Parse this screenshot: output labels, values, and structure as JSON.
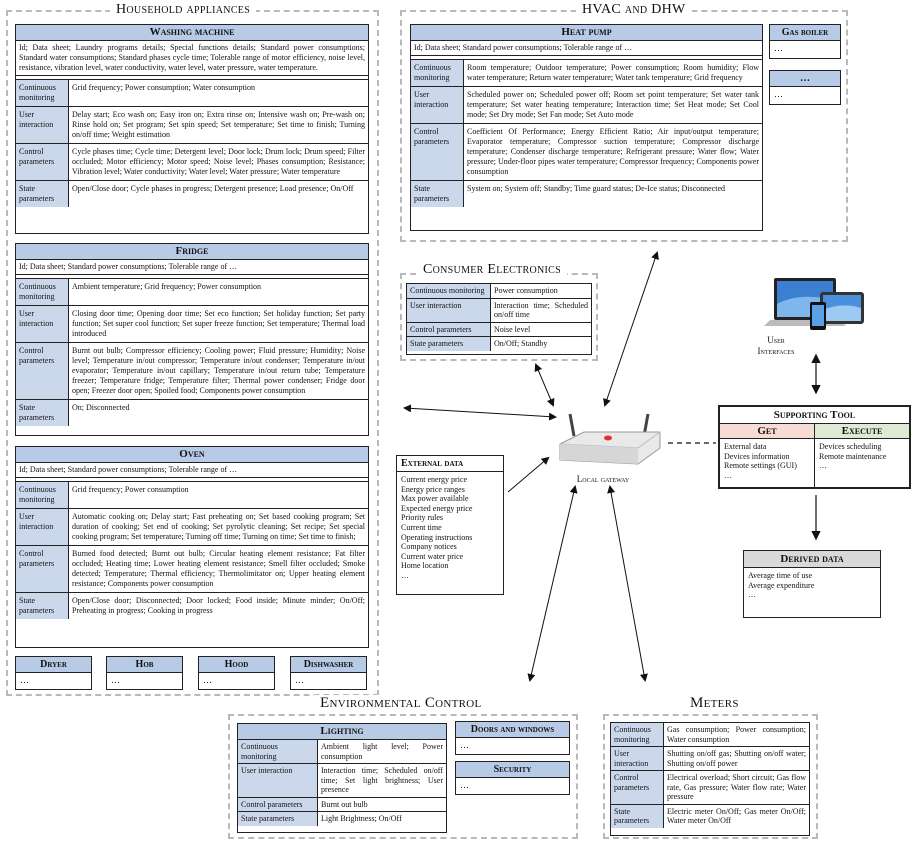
{
  "groups": {
    "household": "Household appliances",
    "hvac": "HVAC and DHW",
    "consumer": "Consumer Electronics",
    "environmental": "Environmental Control",
    "meters": "Meters"
  },
  "washing": {
    "title": "Washing machine",
    "id": "Id; Data sheet; Laundry programs details; Special functions details; Standard power consumptions; Standard water consumptions; Standard phases cycle time; Tolerable range of motor efficiency, noise level, resistance, vibration level, water conductivity, water level, water pressure, water temperature.",
    "rows": [
      {
        "label": "Continuous monitoring",
        "value": "Grid frequency; Power consumption; Water consumption"
      },
      {
        "label": "User interaction",
        "value": "Delay start; Eco wash on; Easy iron on; Extra rinse on; Intensive wash on; Pre-wash on; Rinse hold on; Set program; Set spin speed; Set temperature; Set time to finish; Turning on/off time; Weight estimation"
      },
      {
        "label": "Control parameters",
        "value": "Cycle phases time; Cycle time; Detergent level; Door lock; Drum lock; Drum speed; Filter occluded; Motor efficiency; Motor speed; Noise level; Phases consumption; Resistance; Vibration level; Water conductivity; Water level; Water pressure; Water temperature"
      },
      {
        "label": "State parameters",
        "value": "Open/Close door; Cycle phases in progress; Detergent presence; Load presence; On/Off"
      }
    ]
  },
  "fridge": {
    "title": "Fridge",
    "id": "Id; Data sheet; Standard power consumptions; Tolerable range of …",
    "rows": [
      {
        "label": "Continuous monitoring",
        "value": "Ambient temperature; Grid frequency; Power consumption"
      },
      {
        "label": "User interaction",
        "value": "Closing door time; Opening door time; Set eco function; Set holiday function; Set party function; Set super cool function; Set super freeze function; Set temperature; Thermal load introduced"
      },
      {
        "label": "Control parameters",
        "value": "Burnt out bulb; Compressor efficiency; Cooling power; Fluid pressure; Humidity; Noise level; Temperature in/out compressor; Temperature in/out condenser; Temperature in/out evaporator; Temperature in/out capillary; Temperature in/out return tube; Temperature freezer; Temperature fridge; Temperature filter; Thermal power condenser; Fridge door open; Freezer door open; Spoiled food; Components power consumption"
      },
      {
        "label": "State parameters",
        "value": "On; Disconnected"
      }
    ]
  },
  "oven": {
    "title": "Oven",
    "id": "Id; Data sheet; Standard power consumptions; Tolerable range of …",
    "rows": [
      {
        "label": "Continuous monitoring",
        "value": "Grid frequency; Power consumption"
      },
      {
        "label": "User interaction",
        "value": "Automatic cooking on; Delay start; Fast preheating on; Set based cooking program; Set duration of cooking; Set end of cooking; Set pyrolytic cleaning; Set recipe; Set special cooking program; Set temperature; Turning off time; Turning on time; Set time to finish;"
      },
      {
        "label": "Control parameters",
        "value": "Burned food detected; Burnt out bulb; Circular heating element resistance; Fat filter occluded; Heating time; Lower heating element resistance; Smell filter occluded; Smoke detected; Temperature; Thermal efficiency; Thermolimitator on; Upper heating element resistance; Components power consumption"
      },
      {
        "label": "State parameters",
        "value": "Open/Close door; Disconnected; Door locked; Food inside; Minute minder; On/Off; Preheating in progress; Cooking in progress"
      }
    ]
  },
  "small_appliances": [
    {
      "title": "Dryer",
      "body": "…"
    },
    {
      "title": "Hob",
      "body": "…"
    },
    {
      "title": "Hood",
      "body": "…"
    },
    {
      "title": "Dishwasher",
      "body": "…"
    }
  ],
  "heatpump": {
    "title": "Heat pump",
    "id": "Id; Data sheet; Standard power consumptions; Tolerable range of …",
    "rows": [
      {
        "label": "Continuous monitoring",
        "value": "Room temperature; Outdoor temperature; Power consumption; Room humidity; Flow water temperature; Return water temperature; Water tank temperature; Grid frequency"
      },
      {
        "label": "User interaction",
        "value": "Scheduled power on; Scheduled power off; Room set point temperature; Set water tank temperature; Set water heating temperature; Interaction time; Set Heat mode; Set Cool mode; Set Dry mode; Set Fan mode; Set Auto mode"
      },
      {
        "label": "Control parameters",
        "value": "Coefficient Of Performance; Energy Efficient Ratio; Air input/output temperature; Evaporator temperature; Compressor suction temperature; Compressor discharge temperature; Condenser discharge temperature; Refrigerant pressure; Water flow; Water pressure; Under-floor pipes water temperature; Compressor frequency; Components power consumption"
      },
      {
        "label": "State parameters",
        "value": "System on; System off; Standby; Time guard status; De-Ice status; Disconnected"
      }
    ]
  },
  "gasboiler": {
    "title": "Gas boiler",
    "body": "…"
  },
  "hvac_more": {
    "title": "…",
    "body": "…"
  },
  "consumer_table": [
    {
      "label": "Continuous monitoring",
      "value": "Power consumption"
    },
    {
      "label": "User interaction",
      "value": "Interaction time; Scheduled on/off time"
    },
    {
      "label": "Control parameters",
      "value": "Noise level"
    },
    {
      "label": "State parameters",
      "value": "On/Off; Standby"
    }
  ],
  "external": {
    "title": "External data",
    "items": [
      "Current energy price",
      "Energy price ranges",
      "Max power available",
      "Expected energy price",
      "Priority rules",
      "Current time",
      "Operating instructions",
      "Company notices",
      "Current water price",
      "Home location",
      "…"
    ]
  },
  "gateway_label": "Local gateway",
  "user_interfaces_label": [
    "User",
    "Interfaces"
  ],
  "supporting": {
    "title": "Supporting Tool",
    "get_title": "Get",
    "execute_title": "Execute",
    "get_items": [
      "External data",
      "Devices information",
      "Remote settings (GUI)",
      "…"
    ],
    "execute_items": [
      "Devices scheduling",
      "Remote maintenance",
      "…"
    ]
  },
  "derived": {
    "title": "Derived data",
    "items": [
      "Average time of use",
      "Average expenditure",
      "…"
    ]
  },
  "lighting": {
    "title": "Lighting",
    "rows": [
      {
        "label": "Continuous monitoring",
        "value": "Ambient light level; Power consumption"
      },
      {
        "label": "User interaction",
        "value": "Interaction time; Scheduled on/off time; Set light brightness; User presence"
      },
      {
        "label": "Control parameters",
        "value": "Burnt out bulb"
      },
      {
        "label": "State parameters",
        "value": "Light Brightness; On/Off"
      }
    ]
  },
  "doors": {
    "title": "Doors and windows",
    "body": "…"
  },
  "security": {
    "title": "Security",
    "body": "…"
  },
  "meters_table": [
    {
      "label": "Continuous monitoring",
      "value": "Gas consumption; Power consumption; Water consumption"
    },
    {
      "label": "User interaction",
      "value": "Shutting on/off gas; Shutting on/off water; Shutting on/off power"
    },
    {
      "label": "Control parameters",
      "value": "Electrical overload; Short circuit; Gas flow rate, Gas pressure; Water flow rate; Water pressure"
    },
    {
      "label": "State parameters",
      "value": "Electric meter On/Off; Gas meter On/Off; Water meter On/Off"
    }
  ]
}
